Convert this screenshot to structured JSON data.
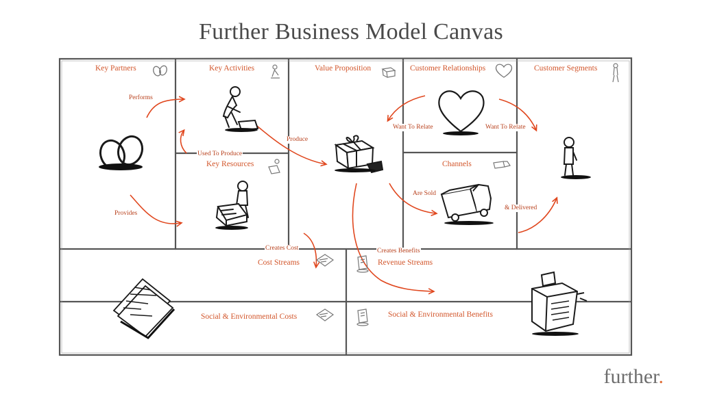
{
  "title": "Further Business Model Canvas",
  "brand": {
    "name": "further",
    "dot": "."
  },
  "colors": {
    "accent": "#d2552a",
    "arrow": "#e0471e",
    "frame": "#555555",
    "ink": "#222222"
  },
  "blocks": {
    "key_partners": "Key Partners",
    "key_activities": "Key Activities",
    "key_resources": "Key Resources",
    "value_proposition": "Value Proposition",
    "customer_relationships": "Customer Relationships",
    "channels": "Channels",
    "customer_segments": "Customer Segments",
    "cost_streams": "Cost Streams",
    "revenue_streams": "Revenue Streams",
    "social_env_costs": "Social & Environmental Costs",
    "social_env_benefits": "Social & Environmental Benefits"
  },
  "relations": {
    "performs": "Performs",
    "provides": "Provides",
    "used_to_produce": "Used To Produce",
    "produce": "Produce",
    "want_to_relate_left": "Want To Relate",
    "want_to_relate_right": "Want To Relate",
    "are_sold": "Are Sold",
    "delivered": "& Delivered",
    "creates_cost": "Creates Cost",
    "creates_benefits": "Creates Benefits"
  },
  "icons": [
    "rings-icon",
    "worker-icon",
    "mover-icon",
    "gift-box-icon",
    "heart-icon",
    "truck-icon",
    "customer-icon",
    "invoice-icon",
    "cash-register-icon",
    "coins-icon"
  ]
}
